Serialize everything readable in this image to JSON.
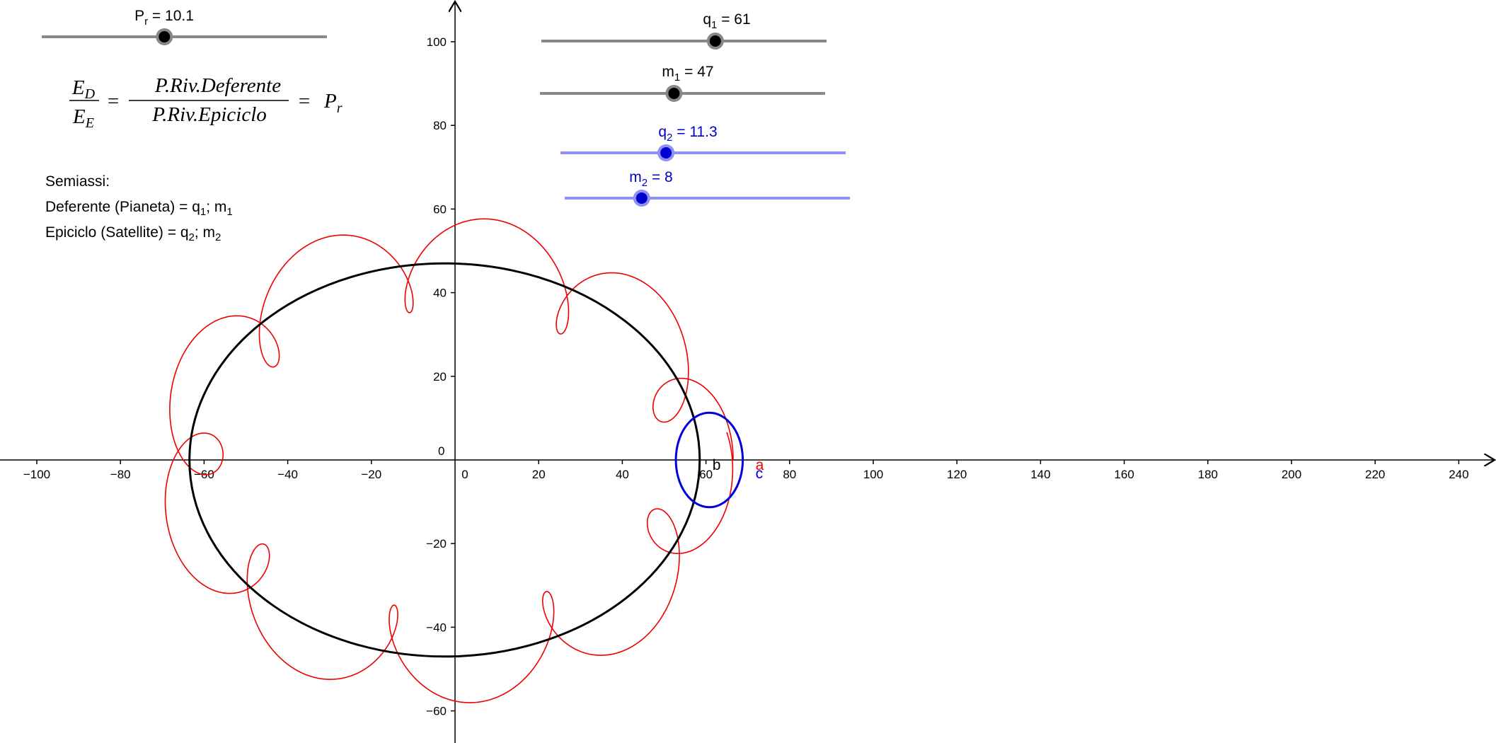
{
  "sliders": {
    "pr": {
      "symbol": "P",
      "sub": "r",
      "value": "10.1",
      "fraction": 0.43,
      "color": "#000000",
      "track": "#888888"
    },
    "q1": {
      "symbol": "q",
      "sub": "1",
      "value": "61",
      "fraction": 0.61,
      "color": "#000000",
      "track": "#888888"
    },
    "m1": {
      "symbol": "m",
      "sub": "1",
      "value": "47",
      "fraction": 0.47,
      "color": "#000000",
      "track": "#888888"
    },
    "q2": {
      "symbol": "q",
      "sub": "2",
      "value": "11.3",
      "fraction": 0.37,
      "color": "#0000cc",
      "track": "#8f8ff5"
    },
    "m2": {
      "symbol": "m",
      "sub": "2",
      "value": "8",
      "fraction": 0.27,
      "color": "#0000cc",
      "track": "#8f8ff5"
    }
  },
  "formula": {
    "num_left": "E",
    "num_left_sub": "D",
    "den_left": "E",
    "den_left_sub": "E",
    "num_right": "P.Riv.Deferente",
    "den_right": "P.Riv.Epiciclo",
    "equals": "=",
    "result": "P",
    "result_sub": "r"
  },
  "notes": {
    "heading": "Semiassi:",
    "deferente_prefix": "Deferente (Pianeta) = q",
    "deferente_sub1": "1",
    "deferente_sep": "; m",
    "deferente_sub2": "1",
    "epiciclo_prefix": "Epiciclo (Satellite) = q",
    "epiciclo_sub1": "2",
    "epiciclo_sep": "; m",
    "epiciclo_sub2": "2"
  },
  "labels": {
    "point_b": "b",
    "point_a": "a",
    "point_c": "c",
    "origin": "0"
  },
  "colors": {
    "deferent": "#000000",
    "epicycle": "#0000dd",
    "trajectory": "#ee0000",
    "axis": "#000000"
  },
  "chart_data": {
    "type": "parametric-curves",
    "x_ticks": [
      -100,
      -80,
      -60,
      -40,
      -20,
      0,
      20,
      40,
      60,
      80,
      100,
      120,
      140,
      160,
      180,
      200,
      220,
      240
    ],
    "y_ticks": [
      -60,
      -40,
      -20,
      0,
      20,
      40,
      60,
      80,
      100
    ],
    "xlim": [
      -110,
      250
    ],
    "ylim": [
      -68,
      110
    ],
    "deferent": {
      "center": [
        -2.5,
        0
      ],
      "semi_x": 61,
      "semi_y": 47
    },
    "epicycle": {
      "center": [
        60.8,
        0
      ],
      "semi_x": 8,
      "semi_y": 11.3
    },
    "trajectory": {
      "ratio": 10.1,
      "start_angle": 0
    }
  }
}
